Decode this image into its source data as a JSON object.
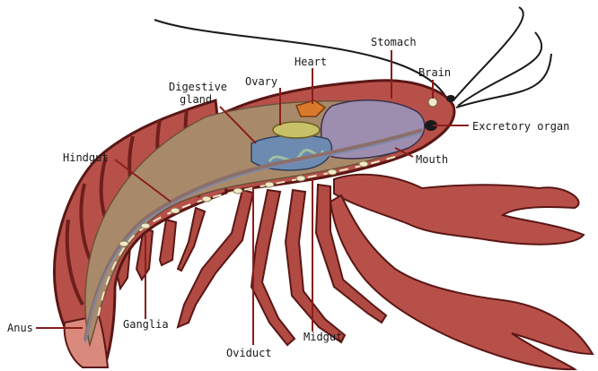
{
  "diagram": {
    "labels": {
      "stomach": "Stomach",
      "heart": "Heart",
      "brain": "Brain",
      "ovary": "Ovary",
      "digestive_gland": [
        "Digestive",
        "gland"
      ],
      "excretory_organ": "Excretory organ",
      "hindgut": "Hindgut",
      "mouth": "Mouth",
      "anus": "Anus",
      "ganglia": "Ganglia",
      "midgut": "Midgut",
      "oviduct": "Oviduct"
    },
    "colors": {
      "shell": "#b8504a",
      "shell_dark": "#6e1f1c",
      "shell_light": "#d98a7d",
      "gut": "#8c6f6a",
      "stomach": "#9d8eb0",
      "digestive_gland": "#9fbfa0",
      "ovary": "#c9c06a",
      "heart": "#d97a2a",
      "nerve": "#f1e9c9",
      "leader": "#8a1d1d"
    }
  }
}
